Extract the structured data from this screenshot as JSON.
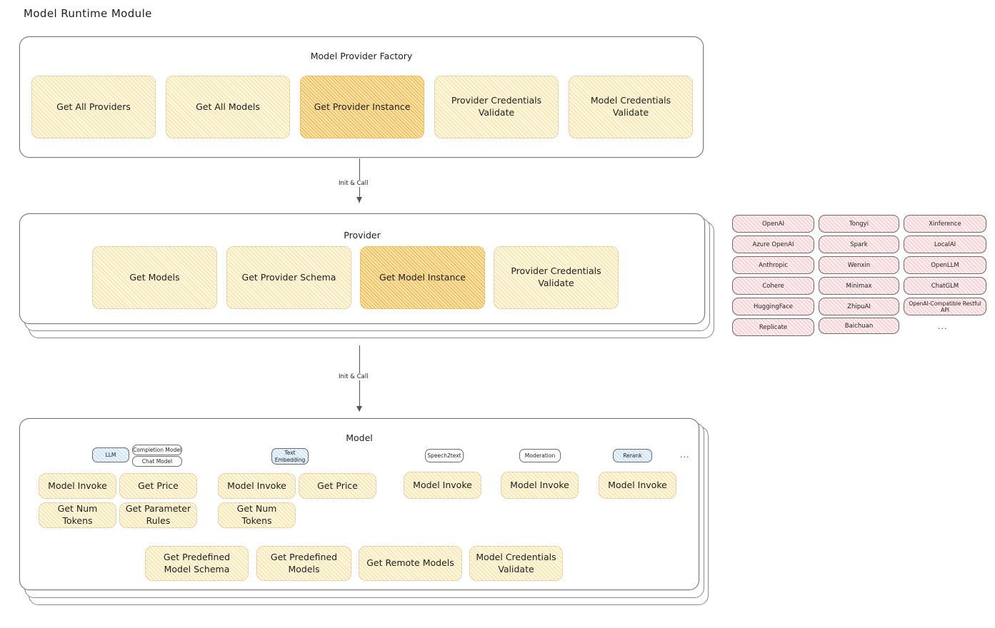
{
  "page": {
    "title": "Model Runtime Module"
  },
  "factory": {
    "title": "Model Provider Factory",
    "nodes": [
      {
        "label": "Get All Providers",
        "highlight": false
      },
      {
        "label": "Get All Models",
        "highlight": false
      },
      {
        "label": "Get Provider Instance",
        "highlight": true
      },
      {
        "label": "Provider Credentials Validate",
        "highlight": false
      },
      {
        "label": "Model Credentials Validate",
        "highlight": false
      }
    ]
  },
  "arrows": [
    {
      "label": "Init & Call"
    },
    {
      "label": "Init & Call"
    }
  ],
  "provider": {
    "title": "Provider",
    "nodes": [
      {
        "label": "Get Models",
        "highlight": false
      },
      {
        "label": "Get Provider Schema",
        "highlight": false
      },
      {
        "label": "Get Model Instance",
        "highlight": true
      },
      {
        "label": "Provider Credentials Validate",
        "highlight": false
      }
    ]
  },
  "provider_list": {
    "columns": [
      [
        "OpenAI",
        "Azure OpenAI",
        "Anthropic",
        "Cohere",
        "HuggingFace",
        "Replicate"
      ],
      [
        "Tongyi",
        "Spark",
        "Wenxin",
        "Minimax",
        "ZhipuAI",
        "Baichuan"
      ],
      [
        "Xinference",
        "LocalAI",
        "OpenLLM",
        "ChatGLM",
        "OpenAI-Compatible Restful API"
      ]
    ],
    "more": "..."
  },
  "model": {
    "title": "Model",
    "more": "...",
    "types": [
      {
        "name": "LLM",
        "style": "blue",
        "subtags": [
          "Completion Model",
          "Chat Model"
        ]
      },
      {
        "name": "Text Embedding",
        "style": "blue",
        "subtags": []
      },
      {
        "name": "Speech2text",
        "style": "plain",
        "subtags": []
      },
      {
        "name": "Moderation",
        "style": "plain",
        "subtags": []
      },
      {
        "name": "Rerank",
        "style": "blue",
        "subtags": []
      }
    ],
    "llm_methods": [
      {
        "label": "Model Invoke",
        "highlight": true
      },
      {
        "label": "Get Price",
        "highlight": false
      },
      {
        "label": "Get Num Tokens",
        "highlight": false
      },
      {
        "label": "Get Parameter Rules",
        "highlight": false
      }
    ],
    "embedding_methods": [
      {
        "label": "Model Invoke",
        "highlight": true
      },
      {
        "label": "Get Price",
        "highlight": false
      },
      {
        "label": "Get Num Tokens",
        "highlight": false
      }
    ],
    "speech_methods": [
      {
        "label": "Model Invoke",
        "highlight": true
      }
    ],
    "moderation_methods": [
      {
        "label": "Model Invoke",
        "highlight": true
      }
    ],
    "rerank_methods": [
      {
        "label": "Model Invoke",
        "highlight": true
      }
    ],
    "common_methods": [
      {
        "label": "Get Predefined Model Schema",
        "highlight": false
      },
      {
        "label": "Get Predefined Models",
        "highlight": false
      },
      {
        "label": "Get Remote Models",
        "highlight": false
      },
      {
        "label": "Model Credentials Validate",
        "highlight": false
      }
    ]
  },
  "colors": {
    "node_fill": "#fdf6dd",
    "node_highlight_fill": "#fbe3ad",
    "chip_fill": "#fdeced",
    "tag_fill": "#e8f2fb",
    "stroke": "#7a7a7a"
  }
}
